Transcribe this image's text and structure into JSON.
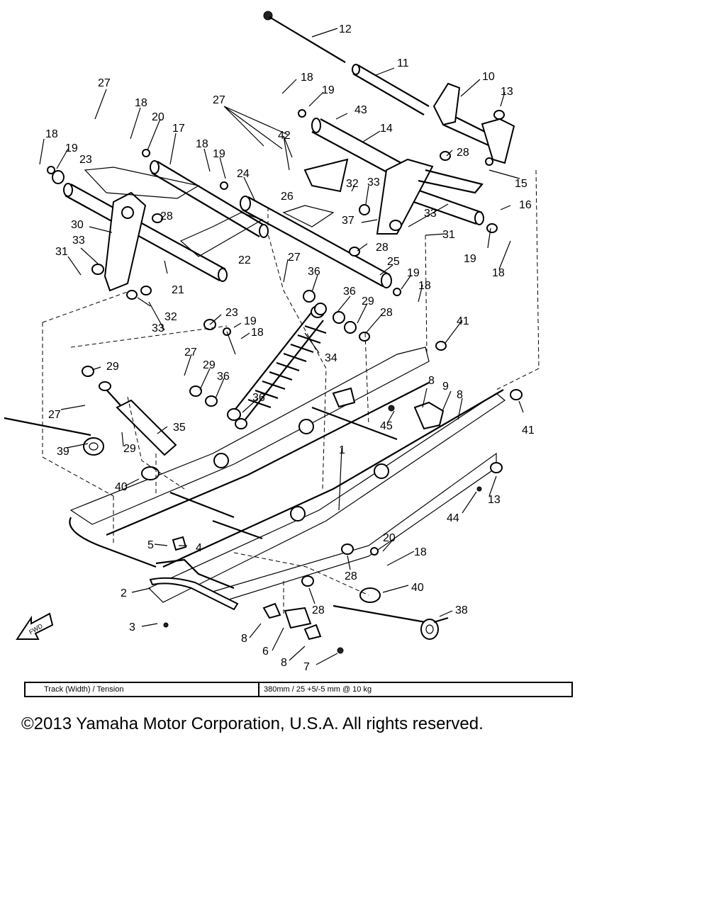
{
  "diagram": {
    "part_numbers": [
      "1",
      "2",
      "3",
      "4",
      "5",
      "6",
      "7",
      "8",
      "9",
      "10",
      "11",
      "12",
      "13",
      "14",
      "15",
      "16",
      "17",
      "18",
      "19",
      "20",
      "21",
      "22",
      "23",
      "24",
      "25",
      "26",
      "27",
      "28",
      "29",
      "30",
      "31",
      "32",
      "33",
      "34",
      "35",
      "36",
      "37",
      "38",
      "39",
      "40",
      "41",
      "42",
      "43",
      "44",
      "45"
    ],
    "fwd_label": "FWD"
  },
  "spec": {
    "label": "Track (Width) / Tension",
    "value": "380mm / 25 +5/-5 mm @ 10 kg"
  },
  "copyright": "©2013 Yamaha Motor Corporation, U.S.A. All rights reserved."
}
